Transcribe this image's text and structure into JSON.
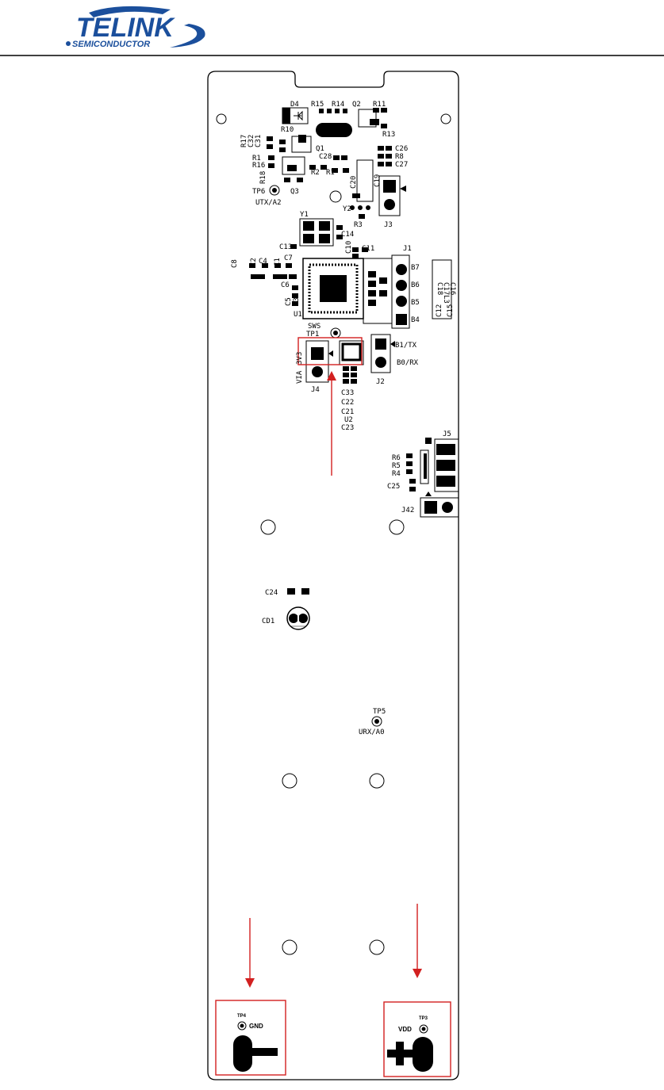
{
  "header": {
    "logo_main": "TELINK",
    "logo_sub": "SEMICONDUCTOR",
    "brand_color": "#1b4f9c"
  },
  "board": {
    "labels": [
      {
        "id": "D4",
        "t": "D4"
      },
      {
        "id": "R15",
        "t": "R15"
      },
      {
        "id": "R14",
        "t": "R14"
      },
      {
        "id": "Q2",
        "t": "Q2"
      },
      {
        "id": "R11",
        "t": "R11"
      },
      {
        "id": "R17",
        "t": "R17"
      },
      {
        "id": "C32",
        "t": "C32"
      },
      {
        "id": "C31",
        "t": "C31"
      },
      {
        "id": "R10",
        "t": "R10"
      },
      {
        "id": "R13",
        "t": "R13"
      },
      {
        "id": "Q1",
        "t": "Q1"
      },
      {
        "id": "C28",
        "t": "C28"
      },
      {
        "id": "C26",
        "t": "C26"
      },
      {
        "id": "R8",
        "t": "R8"
      },
      {
        "id": "C27",
        "t": "C27"
      },
      {
        "id": "R12",
        "t": "R1"
      },
      {
        "id": "R16",
        "t": "R16"
      },
      {
        "id": "R18",
        "t": "R18"
      },
      {
        "id": "R2",
        "t": "R2"
      },
      {
        "id": "R1",
        "t": "R1"
      },
      {
        "id": "C20",
        "t": "C20"
      },
      {
        "id": "C19",
        "t": "C19"
      },
      {
        "id": "TP6",
        "t": "TP6"
      },
      {
        "id": "Q3",
        "t": "Q3"
      },
      {
        "id": "UTX",
        "t": "UTX/A2"
      },
      {
        "id": "Y2",
        "t": "Y2"
      },
      {
        "id": "R3",
        "t": "R3"
      },
      {
        "id": "J3",
        "t": "J3"
      },
      {
        "id": "Y1",
        "t": "Y1"
      },
      {
        "id": "C13",
        "t": "C13"
      },
      {
        "id": "C14",
        "t": "C14"
      },
      {
        "id": "C10",
        "t": "C10"
      },
      {
        "id": "C11",
        "t": "C11"
      },
      {
        "id": "J1",
        "t": "J1"
      },
      {
        "id": "C8",
        "t": "C8"
      },
      {
        "id": "C2",
        "t": "C2"
      },
      {
        "id": "C4",
        "t": "C4"
      },
      {
        "id": "C1",
        "t": "C1"
      },
      {
        "id": "C7",
        "t": "C7"
      },
      {
        "id": "C6",
        "t": "C6"
      },
      {
        "id": "C5",
        "t": "C5"
      },
      {
        "id": "C3",
        "t": "C3"
      },
      {
        "id": "U1",
        "t": "U1"
      },
      {
        "id": "B7",
        "t": "B7"
      },
      {
        "id": "B6",
        "t": "B6"
      },
      {
        "id": "B5",
        "t": "B5"
      },
      {
        "id": "B4",
        "t": "B4"
      },
      {
        "id": "C18",
        "t": "C18"
      },
      {
        "id": "C17",
        "t": "C17"
      },
      {
        "id": "C16",
        "t": "C16"
      },
      {
        "id": "L3",
        "t": "L3"
      },
      {
        "id": "C12",
        "t": "C12"
      },
      {
        "id": "C15",
        "t": "C15"
      },
      {
        "id": "SWS",
        "t": "SWS"
      },
      {
        "id": "TP1",
        "t": "TP1"
      },
      {
        "id": "VIA",
        "t": "VIA"
      },
      {
        "id": "3V3",
        "t": "3V3"
      },
      {
        "id": "J4",
        "t": "J4"
      },
      {
        "id": "B1TX",
        "t": "B1/TX"
      },
      {
        "id": "B0RX",
        "t": "B0/RX"
      },
      {
        "id": "J2",
        "t": "J2"
      },
      {
        "id": "C33",
        "t": "C33"
      },
      {
        "id": "C22",
        "t": "C22"
      },
      {
        "id": "C21",
        "t": "C21"
      },
      {
        "id": "U2",
        "t": "U2"
      },
      {
        "id": "C23",
        "t": "C23"
      },
      {
        "id": "J5",
        "t": "J5"
      },
      {
        "id": "R6",
        "t": "R6"
      },
      {
        "id": "R5",
        "t": "R5"
      },
      {
        "id": "R4",
        "t": "R4"
      },
      {
        "id": "C25",
        "t": "C25"
      },
      {
        "id": "J42",
        "t": "J42"
      },
      {
        "id": "C24",
        "t": "C24"
      },
      {
        "id": "CD1",
        "t": "CD1"
      },
      {
        "id": "TP5",
        "t": "TP5"
      },
      {
        "id": "URX",
        "t": "URX/A0"
      },
      {
        "id": "TP4",
        "t": "TP4"
      },
      {
        "id": "GND",
        "t": "GND"
      },
      {
        "id": "TP3",
        "t": "TP3"
      },
      {
        "id": "VDD",
        "t": "VDD"
      }
    ]
  },
  "annotation_color": "#d22020"
}
